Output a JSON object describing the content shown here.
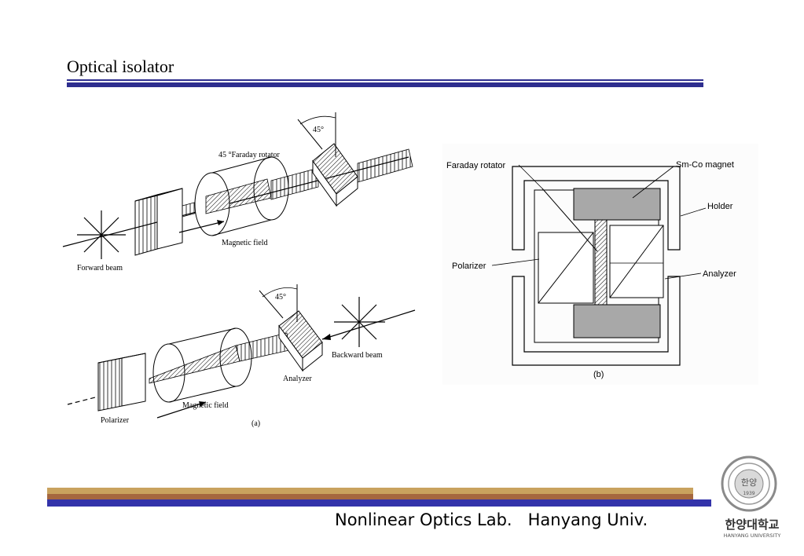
{
  "page": {
    "title": "Optical isolator"
  },
  "figure_a": {
    "angle_top": "45°",
    "rotator_label": "45 °Faraday rotator",
    "magnetic_field_top": "Magnetic field",
    "forward_beam": "Forward beam",
    "angle_bottom": "45°",
    "backward_beam": "Backward beam",
    "analyzer": "Analyzer",
    "polarizer": "Polarizer",
    "magnetic_field_bottom": "Magnetic field",
    "caption": "(a)"
  },
  "figure_b": {
    "faraday_rotator": "Faraday rotator",
    "smco_magnet": "Sm-Co magnet",
    "holder": "Holder",
    "polarizer": "Polarizer",
    "analyzer": "Analyzer",
    "caption": "(b)"
  },
  "footer": {
    "lab_text": "Nonlinear Optics Lab.   Hanyang Univ."
  },
  "logo": {
    "korean_name": "한양대학교",
    "english_name": "HANYANG UNIVERSITY",
    "year": "1939",
    "emblem_text": "한양"
  },
  "colors": {
    "rule_blue": "#2e2e8f",
    "band_gold": "#c9a25e",
    "band_brown": "#a5673f",
    "band_blue": "#3333aa"
  }
}
